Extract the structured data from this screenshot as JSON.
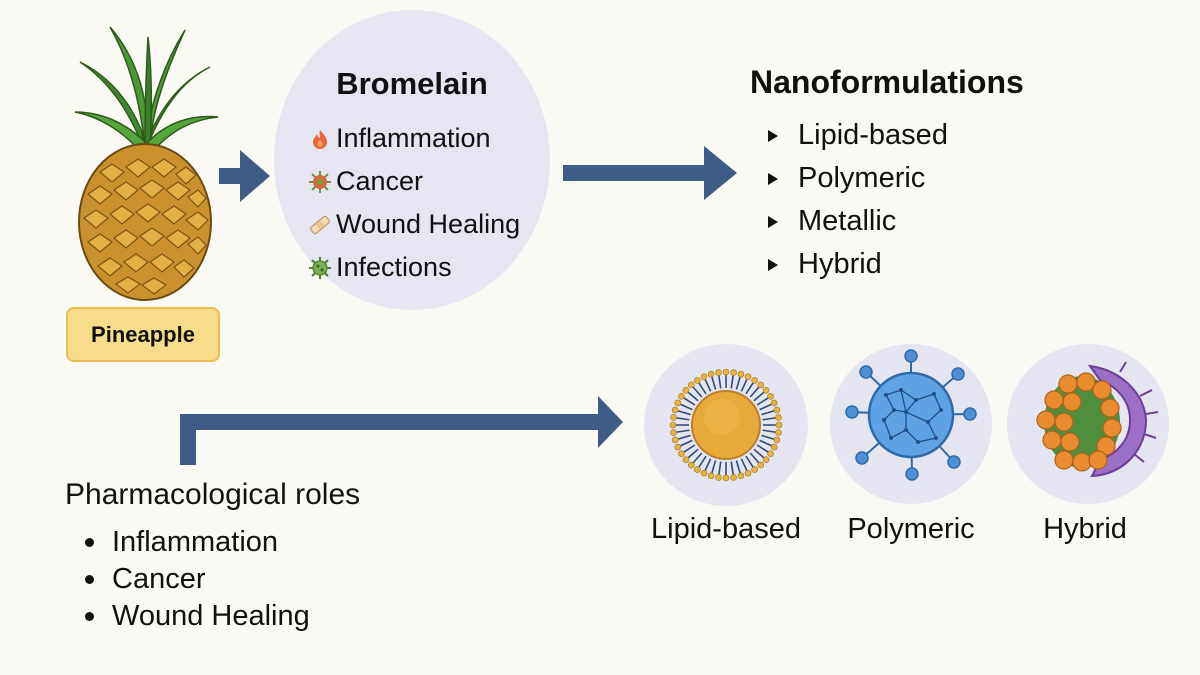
{
  "pineapple": {
    "label": "Pineapple",
    "icon": "pineapple-icon"
  },
  "bromelain": {
    "title": "Bromelain",
    "items": [
      {
        "label": "Inflammation",
        "icon": "flame-icon",
        "color": "#e8663a"
      },
      {
        "label": "Cancer",
        "icon": "cancer-cell-icon",
        "color": "#6a9a3c"
      },
      {
        "label": "Wound Healing",
        "icon": "bandage-icon",
        "color": "#e8c88c"
      },
      {
        "label": "Infections",
        "icon": "virus-icon",
        "color": "#7eae4e"
      }
    ]
  },
  "nanoformulations": {
    "title": "Nanoformulations",
    "items": [
      "Lipid-based",
      "Polymeric",
      "Metallic",
      "Hybrid"
    ]
  },
  "pharmacological": {
    "title": "Pharmacological roles",
    "items": [
      "Inflammation",
      "Cancer",
      "Wound Healing"
    ]
  },
  "nanoparticles": [
    {
      "label": "Lipid-based",
      "icon": "liposome-icon"
    },
    {
      "label": "Polymeric",
      "icon": "polymeric-nanoparticle-icon"
    },
    {
      "label": "Hybrid",
      "icon": "hybrid-nanoparticle-icon"
    }
  ],
  "colors": {
    "arrow": "#3f5c86",
    "circle": "#e5e5f1",
    "label_bg": "#f8dc8a"
  }
}
